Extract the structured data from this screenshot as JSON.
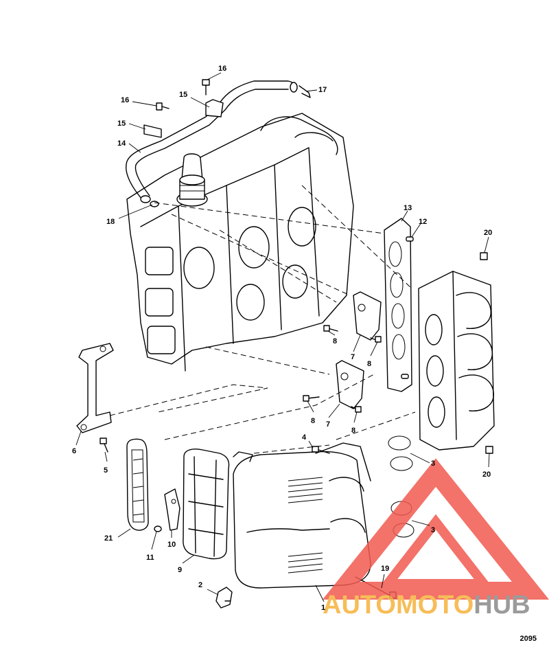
{
  "diagram_id": "2095",
  "watermark": {
    "text_auto": "AUTO",
    "text_moto": "MOTO",
    "text_hub": "HUB",
    "color_triangle": "#f15a50",
    "color_auto": "#f6b23c",
    "color_moto": "#f6b23c",
    "color_hub": "#8a8a8a"
  },
  "callouts": [
    {
      "id": "c16a",
      "label": "16"
    },
    {
      "id": "c16b",
      "label": "16"
    },
    {
      "id": "c15a",
      "label": "15"
    },
    {
      "id": "c15b",
      "label": "15"
    },
    {
      "id": "c17",
      "label": "17"
    },
    {
      "id": "c14",
      "label": "14"
    },
    {
      "id": "c18",
      "label": "18"
    },
    {
      "id": "c13",
      "label": "13"
    },
    {
      "id": "c12",
      "label": "12"
    },
    {
      "id": "c20a",
      "label": "20"
    },
    {
      "id": "c8a",
      "label": "8"
    },
    {
      "id": "c7a",
      "label": "7"
    },
    {
      "id": "c8b",
      "label": "8"
    },
    {
      "id": "c8c",
      "label": "8"
    },
    {
      "id": "c7b",
      "label": "7"
    },
    {
      "id": "c8d",
      "label": "8"
    },
    {
      "id": "c6",
      "label": "6"
    },
    {
      "id": "c5",
      "label": "5"
    },
    {
      "id": "c4",
      "label": "4"
    },
    {
      "id": "c3a",
      "label": "3"
    },
    {
      "id": "c3b",
      "label": "3"
    },
    {
      "id": "c20b",
      "label": "20"
    },
    {
      "id": "c21",
      "label": "21"
    },
    {
      "id": "c11",
      "label": "11"
    },
    {
      "id": "c10",
      "label": "10"
    },
    {
      "id": "c9",
      "label": "9"
    },
    {
      "id": "c19",
      "label": "19"
    },
    {
      "id": "c2",
      "label": "2"
    },
    {
      "id": "c1",
      "label": "1"
    }
  ]
}
